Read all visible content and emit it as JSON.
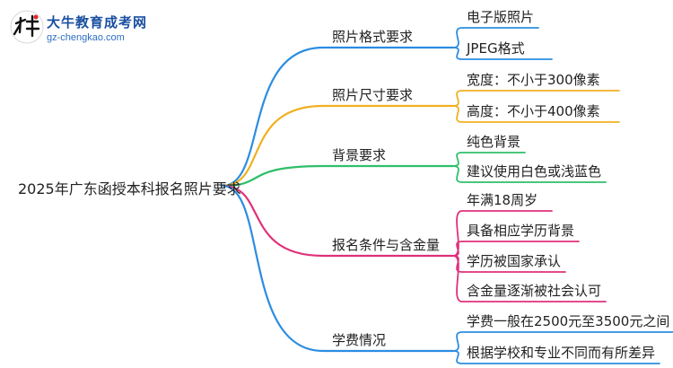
{
  "logo": {
    "title": "大牛教育成考网",
    "url": "gz-chengkao.com",
    "mark_text": "大牛"
  },
  "root": "2025年广东函授本科报名照片要求",
  "branches": [
    {
      "label": "照片格式要求",
      "color": "#2b8de0",
      "children": [
        "电子版照片",
        "JPEG格式"
      ]
    },
    {
      "label": "照片尺寸要求",
      "color": "#f0b020",
      "children": [
        "宽度：不小于300像素",
        "高度：不小于400像素"
      ]
    },
    {
      "label": "背景要求",
      "color": "#2fbf6a",
      "children": [
        "纯色背景",
        "建议使用白色或浅蓝色"
      ]
    },
    {
      "label": "报名条件与含金量",
      "color": "#e0307a",
      "children": [
        "年满18周岁",
        "具备相应学历背景",
        "学历被国家承认",
        "含金量逐渐被社会认可"
      ]
    },
    {
      "label": "学费情况",
      "color": "#2b8de0",
      "children": [
        "学费一般在2500元至3500元之间",
        "根据学校和专业不同而有所差异"
      ]
    }
  ]
}
